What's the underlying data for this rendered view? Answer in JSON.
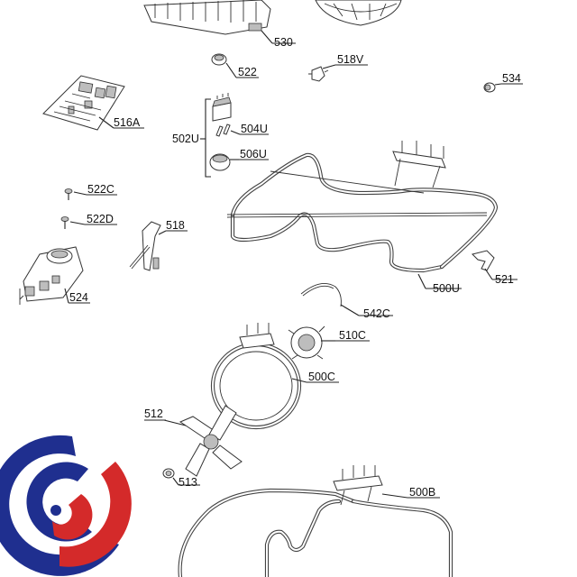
{
  "parts": {
    "p530": "530",
    "p522": "522",
    "p518v": "518V",
    "p534": "534",
    "p516a": "516A",
    "p502u": "502U",
    "p504u": "504U",
    "p506u": "506U",
    "p522c": "522C",
    "p522d": "522D",
    "p518": "518",
    "p524": "524",
    "p521": "521",
    "p500u": "500U",
    "p542c": "542C",
    "p510c": "510C",
    "p500c": "500C",
    "p512": "512",
    "p513": "513",
    "p500b": "500B"
  },
  "colors": {
    "logo_blue": "#1f2f8f",
    "logo_red": "#d42a2a"
  }
}
